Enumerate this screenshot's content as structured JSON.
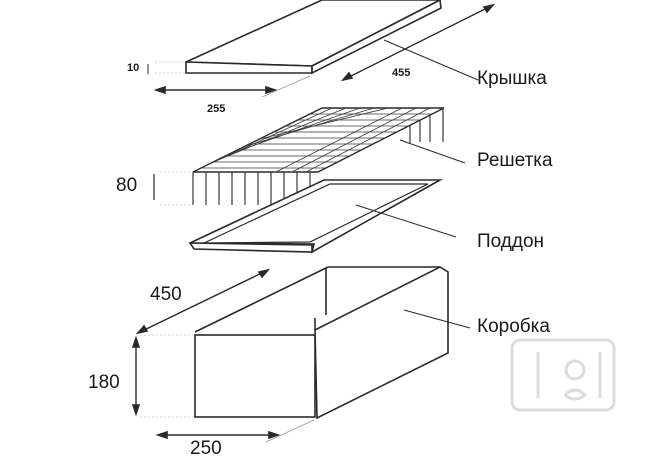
{
  "diagram": {
    "parts": [
      {
        "id": "lid",
        "label": "Крышка"
      },
      {
        "id": "grate",
        "label": "Решетка"
      },
      {
        "id": "tray",
        "label": "Поддон"
      },
      {
        "id": "box",
        "label": "Коробка"
      }
    ],
    "dimensions": {
      "lid_thickness": "10",
      "lid_length": "455",
      "lid_width": "255",
      "grate_height": "80",
      "box_length": "450",
      "box_height": "180",
      "box_width": "250"
    },
    "colors": {
      "line": "#2a2a2a",
      "background": "#ffffff",
      "watermark": "#dcdcdc"
    }
  }
}
